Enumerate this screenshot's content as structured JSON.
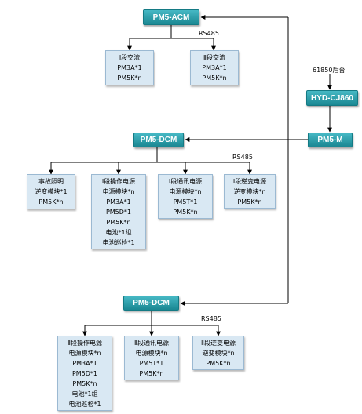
{
  "nodes": {
    "acm": "PM5-ACM",
    "dcm1": "PM5-DCM",
    "dcm2": "PM5-DCM",
    "cj860": "HYD-CJ860",
    "pm5m": "PM5-M"
  },
  "labels": {
    "rs485_acm": "RS485",
    "rs485_dcm1": "RS485",
    "rs485_dcm2": "RS485",
    "backend": "61850后台"
  },
  "boxes": {
    "ac1": [
      "Ⅰ段交流",
      "PM3A*1",
      "PM5K*n"
    ],
    "ac2": [
      "Ⅱ段交流",
      "PM3A*1",
      "PM5K*n"
    ],
    "emergency": [
      "事故照明",
      "逆变模块*1",
      "PM5K*n"
    ],
    "op1": [
      "Ⅰ段操作电源",
      "电源模块*n",
      "PM3A*1",
      "PM5D*1",
      "PM5K*n",
      "电池*1组",
      "电池巡检*1"
    ],
    "comm1": [
      "Ⅰ段通讯电源",
      "电源模块*n",
      "PM5T*1",
      "PM5K*n"
    ],
    "inv1": [
      "Ⅰ段逆变电源",
      "逆变模块*n",
      "PM5K*n"
    ],
    "op2": [
      "Ⅱ段操作电源",
      "电源模块*n",
      "PM3A*1",
      "PM5D*1",
      "PM5K*n",
      "电池*1组",
      "电池巡检*1"
    ],
    "comm2": [
      "Ⅱ段通讯电源",
      "电源模块*n",
      "PM5T*1",
      "PM5K*n"
    ],
    "inv2": [
      "Ⅱ段逆变电源",
      "逆变模块*n",
      "PM5K*n"
    ]
  },
  "colors": {
    "node_top": "#46b8c4",
    "node_bottom": "#1a8792",
    "box_fill": "#d9e8f3",
    "box_border": "#9bb9d2",
    "line": "#000000"
  }
}
